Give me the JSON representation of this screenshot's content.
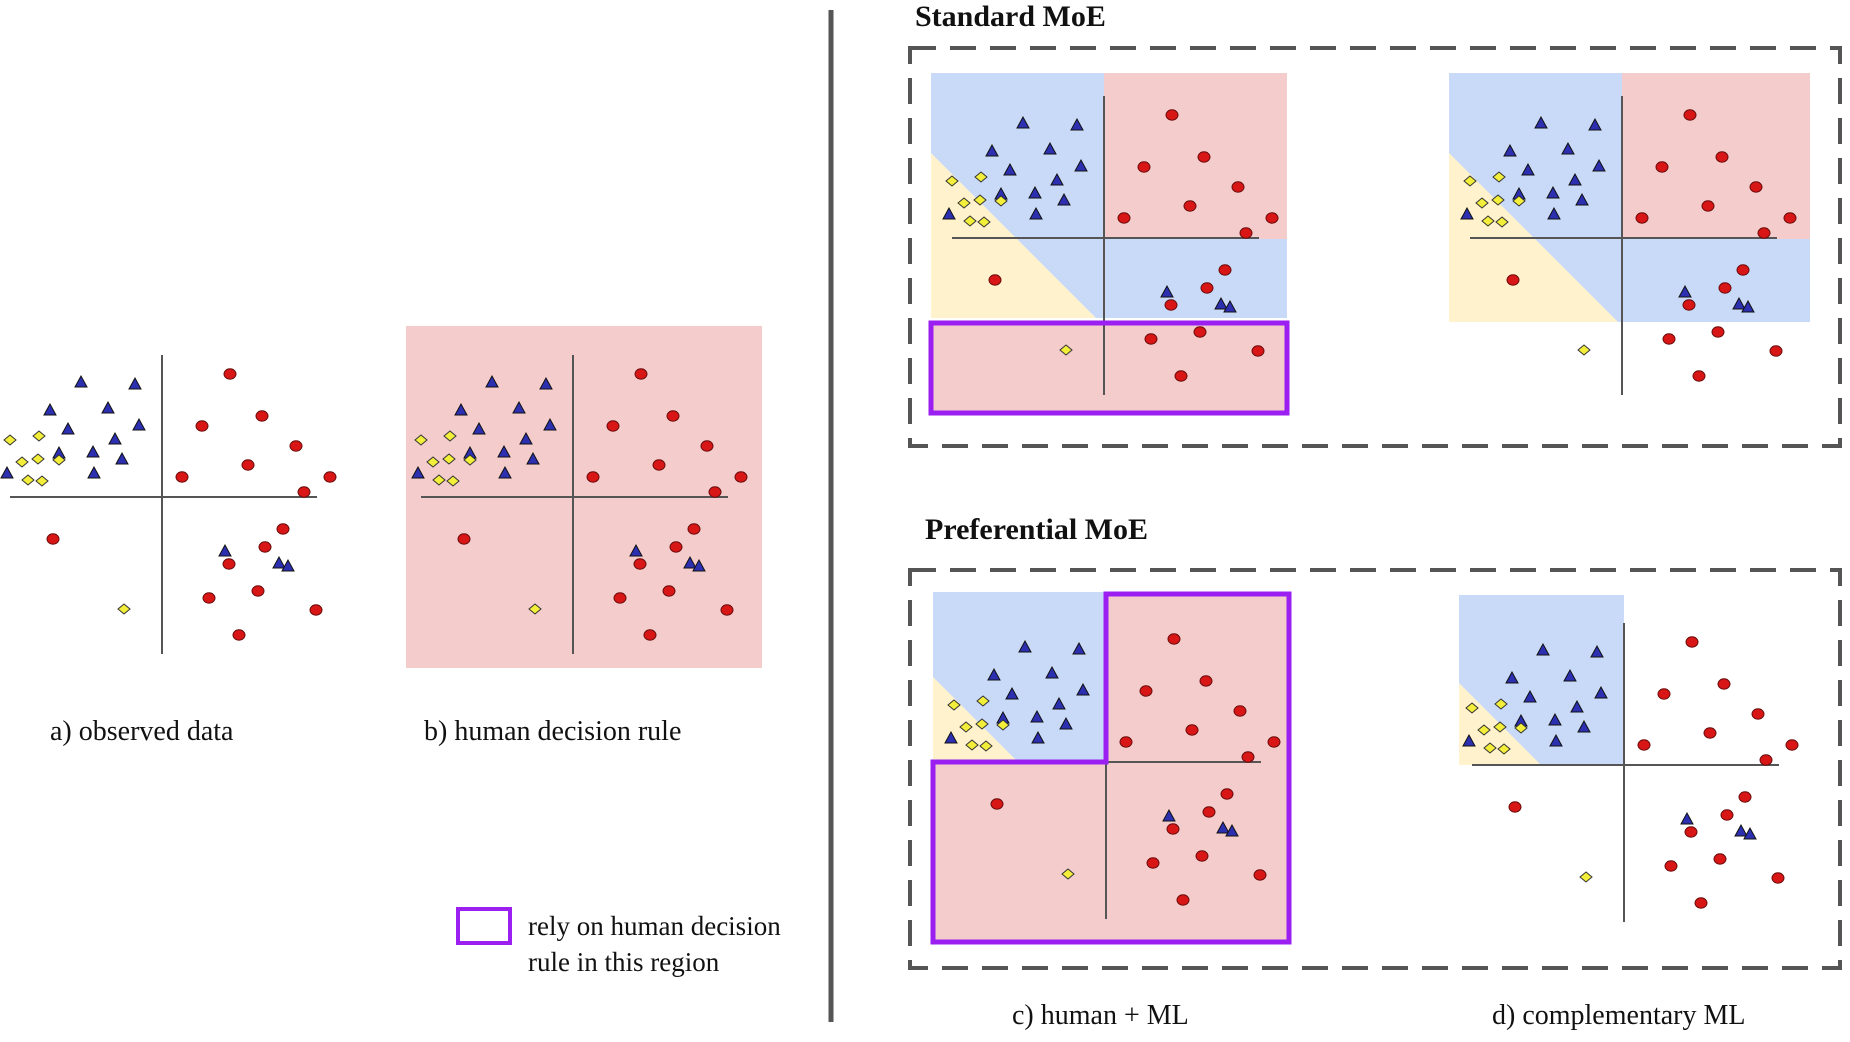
{
  "labels": {
    "caption_a": "a) observed data",
    "caption_b": "b) human decision rule",
    "caption_c": "c) human + ML",
    "caption_d": "d) complementary ML",
    "section_standard": "Standard MoE",
    "section_preferential": "Preferential MoE",
    "legend_line1": "rely on human decision",
    "legend_line2": "rule in this region"
  },
  "colors": {
    "blue_region": "#c9daf8",
    "red_region": "#f4cccc",
    "yellow_region": "#fff2cc",
    "highlight": "#9a1ff0",
    "triangle": "#2b2fb0",
    "dot": "#d81616",
    "diamond": "#f2ee3a",
    "axis": "#555555",
    "frame": "#555555",
    "divider": "#555555"
  },
  "marker_types": [
    "blue-triangle",
    "red-dot",
    "yellow-diamond"
  ]
}
